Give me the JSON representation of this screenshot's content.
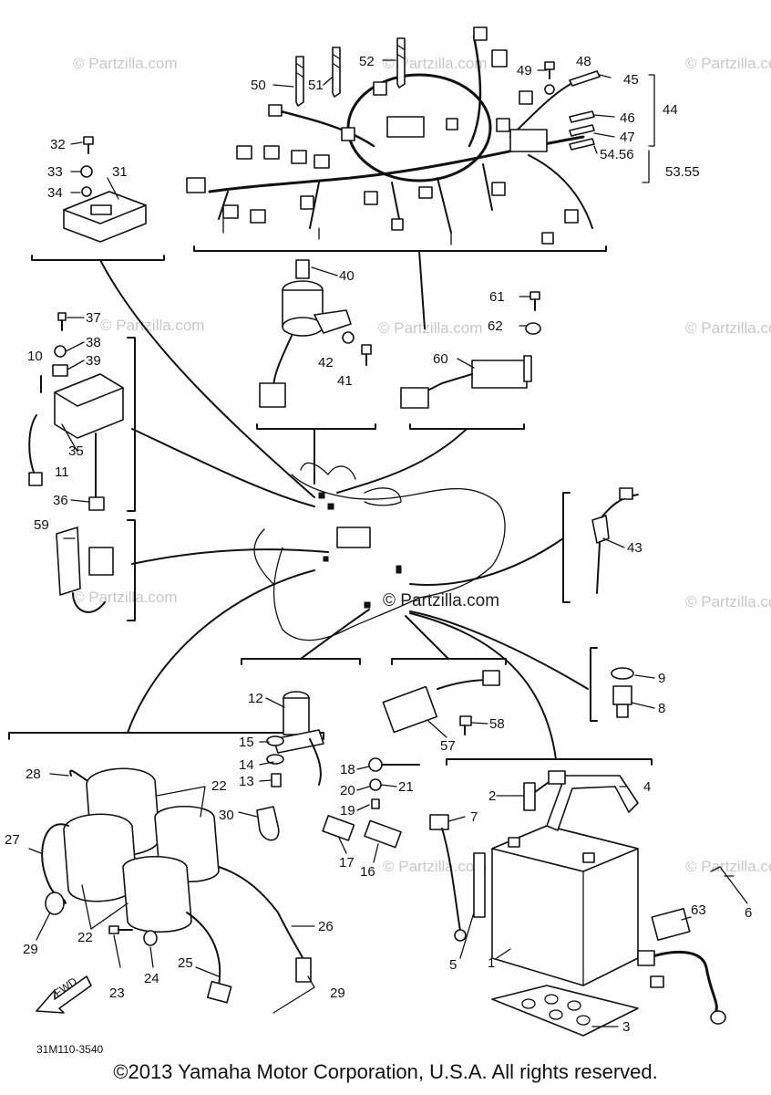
{
  "diagram": {
    "watermark": "© Partzilla.com",
    "watermark_center": "© Partzilla.com",
    "code": "31M110-3540",
    "fwd": "FWD",
    "copyright": "©2013 Yamaha Motor Corporation, U.S.A. All rights reserved.",
    "callouts": {
      "p1": "1",
      "p2": "2",
      "p3": "3",
      "p4": "4",
      "p5": "5",
      "p6": "6",
      "p7": "7",
      "p8": "8",
      "p9": "9",
      "p10": "10",
      "p11": "11",
      "p12": "12",
      "p13": "13",
      "p14": "14",
      "p15": "15",
      "p16": "16",
      "p17": "17",
      "p18": "18",
      "p19": "19",
      "p20": "20",
      "p21": "21",
      "p22a": "22",
      "p22b": "22",
      "p23": "23",
      "p24": "24",
      "p25": "25",
      "p26": "26",
      "p27": "27",
      "p28": "28",
      "p29a": "29",
      "p29b": "29",
      "p30": "30",
      "p31": "31",
      "p32": "32",
      "p33": "33",
      "p34": "34",
      "p35": "35",
      "p36": "36",
      "p37": "37",
      "p38": "38",
      "p39": "39",
      "p40": "40",
      "p41": "41",
      "p42": "42",
      "p43": "43",
      "p44": "44",
      "p45": "45",
      "p46": "46",
      "p47": "47",
      "p48": "48",
      "p49": "49",
      "p50": "50",
      "p51": "51",
      "p52": "52",
      "p5456": "54.56",
      "p5355": "53.55",
      "p57": "57",
      "p58": "58",
      "p59": "59",
      "p60": "60",
      "p61": "61",
      "p62": "62",
      "p63": "63"
    }
  }
}
